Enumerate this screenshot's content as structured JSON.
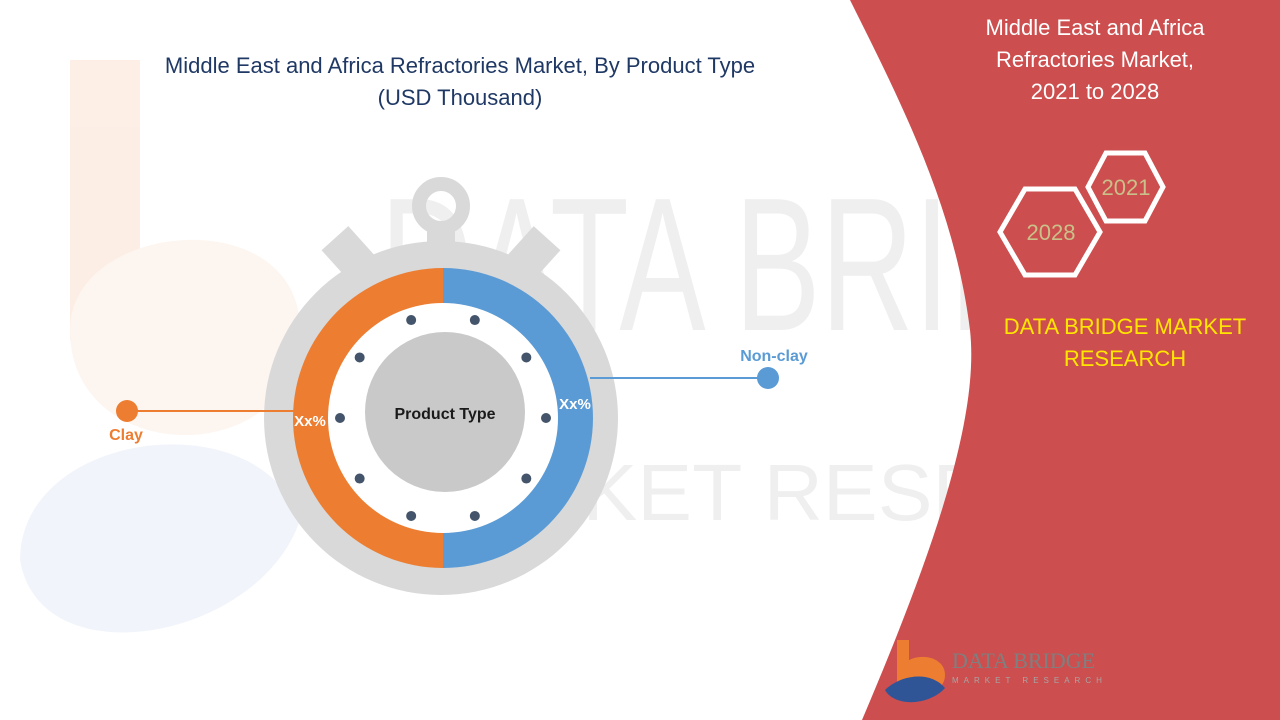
{
  "chart_data": {
    "type": "pie",
    "title": "Middle East and Africa Refractories Market, By Product Type",
    "subtitle": "(USD Thousand)",
    "center_label": "Product Type",
    "slices": [
      {
        "name": "Clay",
        "value": 50,
        "value_label": "Xx%",
        "color": "#ed7d31"
      },
      {
        "name": "Non-clay",
        "value": 50,
        "value_label": "Xx%",
        "color": "#5b9bd5"
      }
    ]
  },
  "panel": {
    "title_lines": [
      "Middle East and Africa",
      "Refractories Market,",
      "2021 to 2028"
    ],
    "years": [
      "2021",
      "2028"
    ],
    "brand_lines": [
      "DATA BRIDGE MARKET",
      "RESEARCH"
    ],
    "background": "#cd4e4e"
  },
  "logo": {
    "text": "DATA BRIDGE",
    "sub": "MARKET RESEARCH"
  },
  "watermark": {
    "line1": "DATA BRIDGE",
    "line2": "MARKET RESEARCH"
  },
  "colors": {
    "title": "#1f3864",
    "stopwatch": "#d9d9d9",
    "center": "#c9c9c9",
    "dots": "#44546a",
    "year_text": "#c9c08a",
    "brand_text": "#ffe600"
  }
}
